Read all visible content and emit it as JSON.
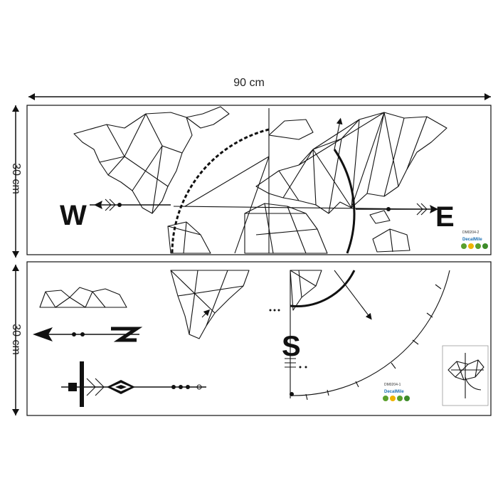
{
  "dimensions": {
    "width_label": "90 cm",
    "height_label_top": "30 cm",
    "height_label_bottom": "30 cm"
  },
  "compass_letters": {
    "west": "W",
    "east": "E",
    "south": "S"
  },
  "sheet_top": {
    "product_code": "DM0204-2",
    "brand": "DecalMile"
  },
  "sheet_bottom": {
    "product_code": "DM0204-1",
    "brand": "DecalMile"
  }
}
